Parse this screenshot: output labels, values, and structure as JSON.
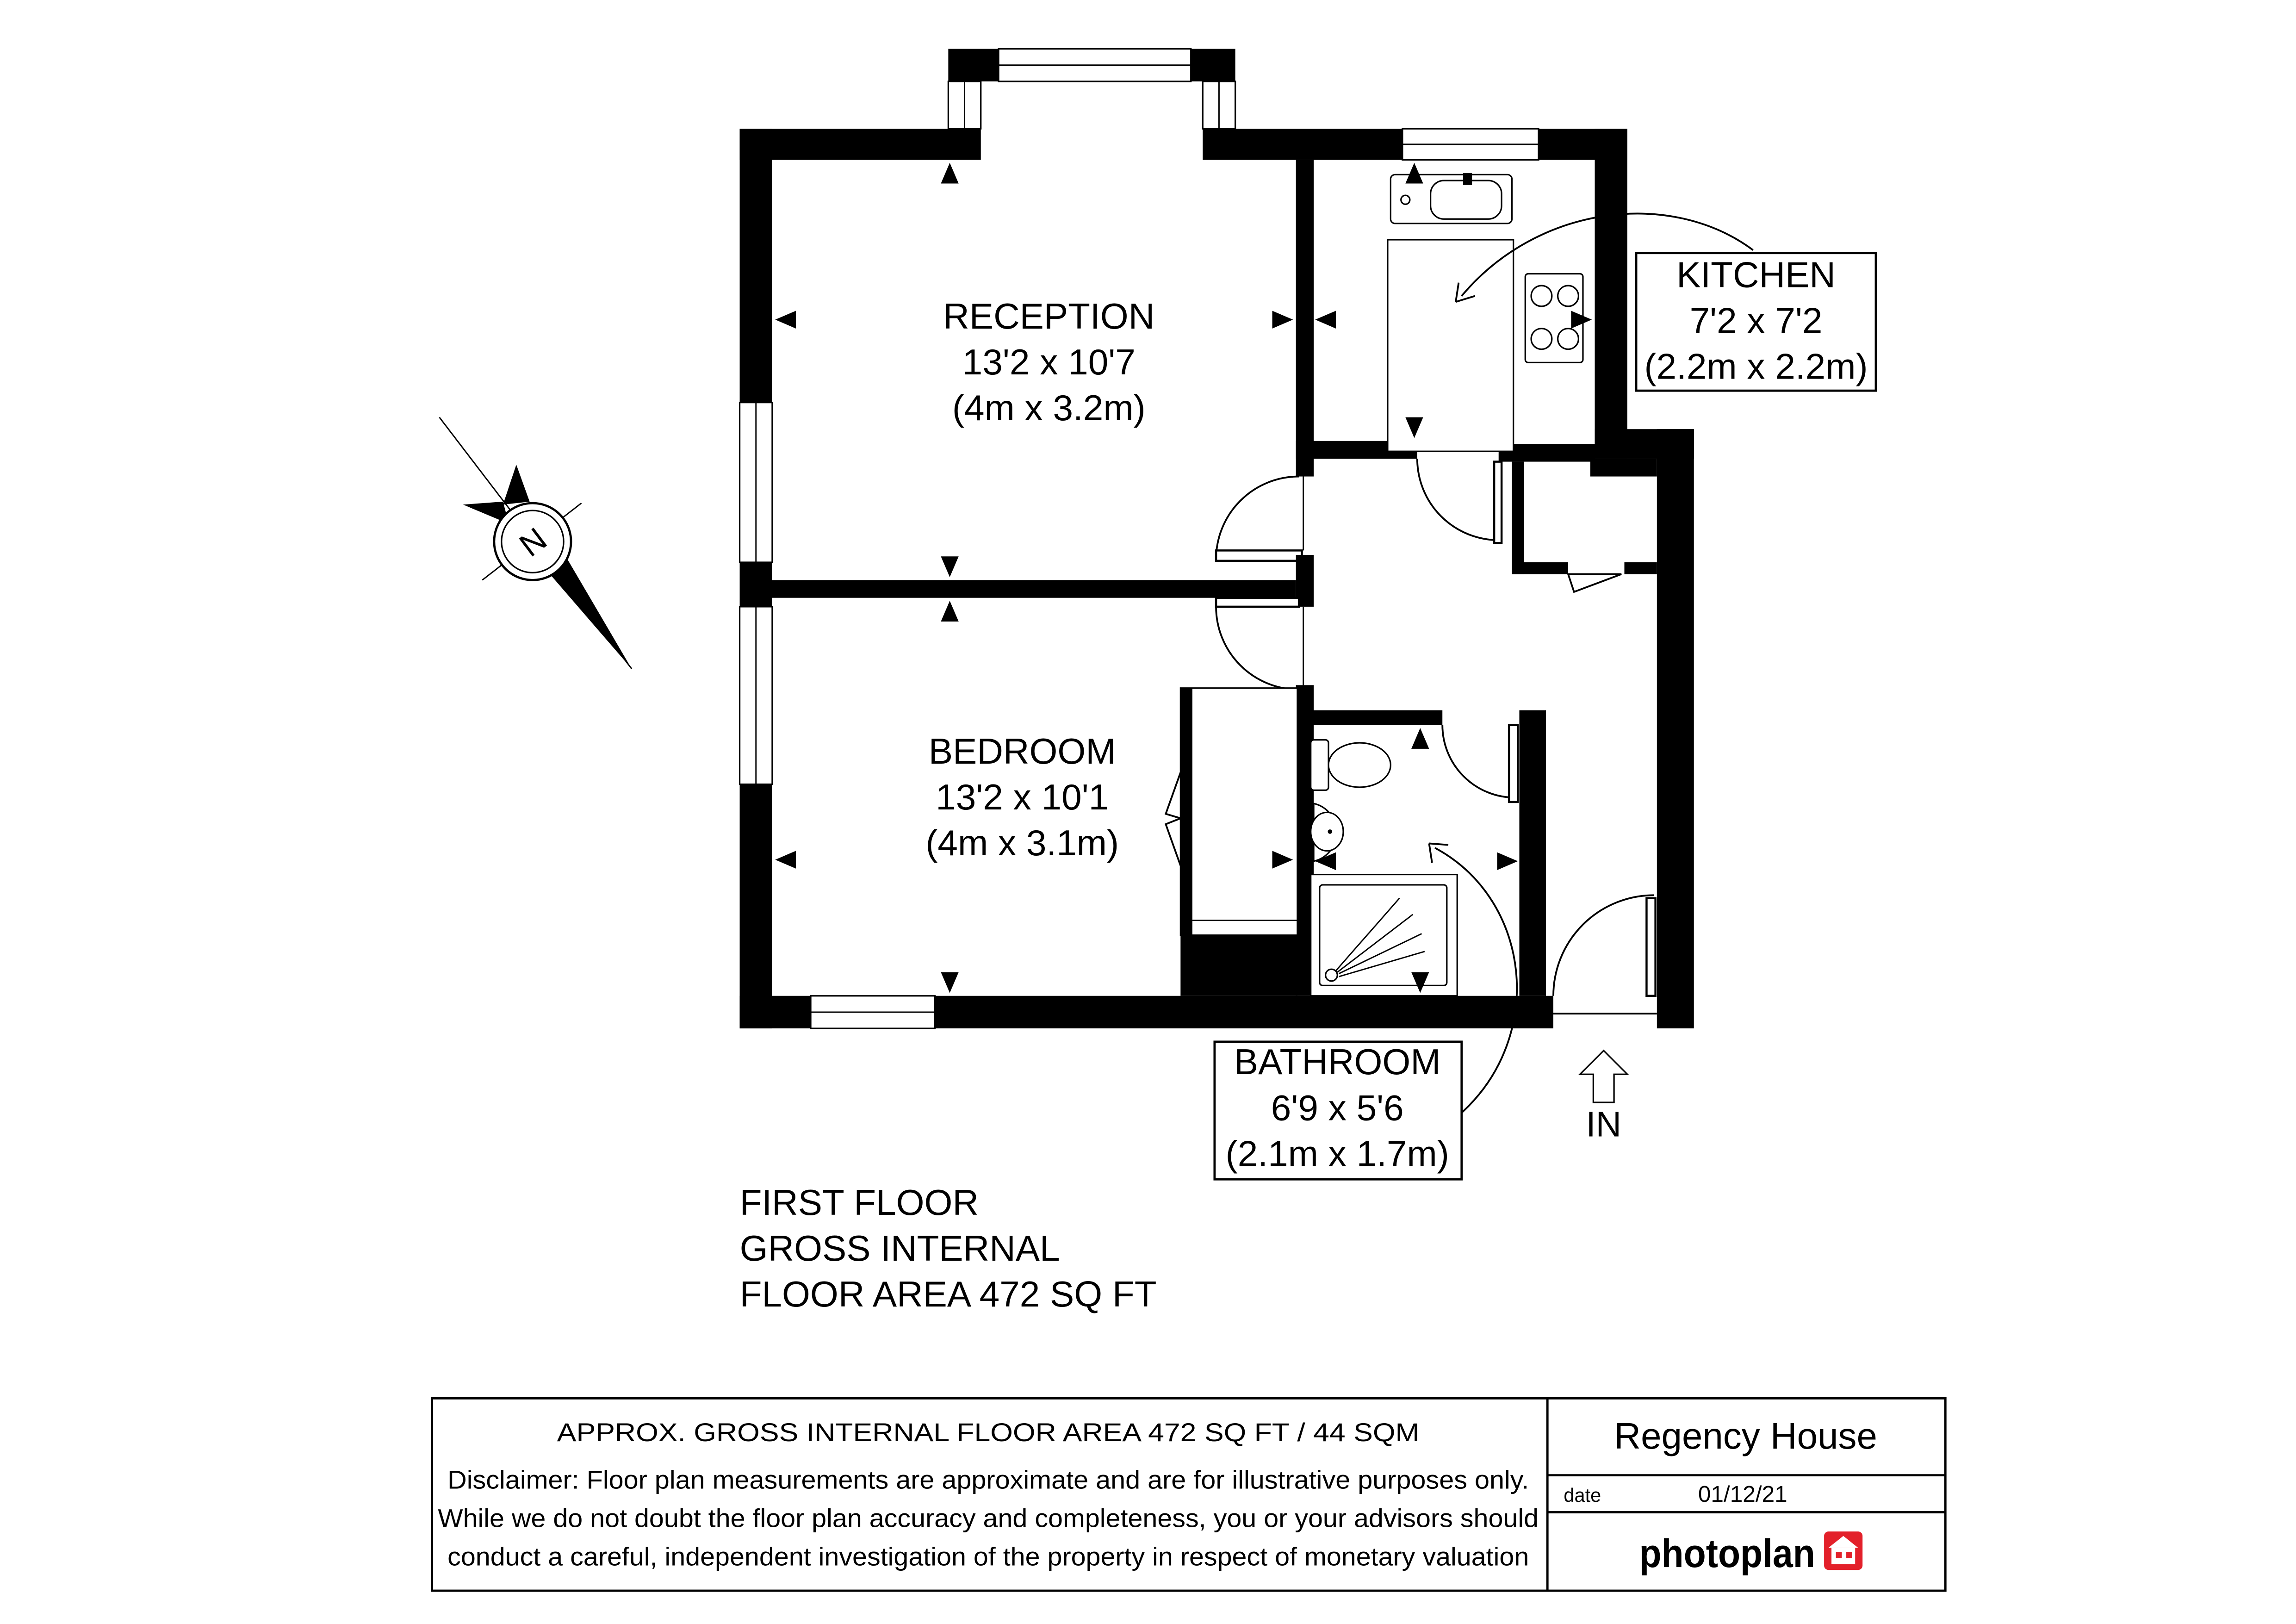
{
  "plan": {
    "rooms": {
      "reception": {
        "name": "RECEPTION",
        "imperial": "13'2 x 10'7",
        "metric": "(4m x 3.2m)"
      },
      "bedroom": {
        "name": "BEDROOM",
        "imperial": "13'2 x 10'1",
        "metric": "(4m x 3.1m)"
      },
      "kitchen": {
        "name": "KITCHEN",
        "imperial": "7'2 x 7'2",
        "metric": "(2.2m x 2.2m)"
      },
      "bathroom": {
        "name": "BATHROOM",
        "imperial": "6'9 x 5'6",
        "metric": "(2.1m x 1.7m)"
      }
    },
    "entrance_label": "IN",
    "compass_label": "N",
    "floor_summary": [
      "FIRST FLOOR",
      "GROSS INTERNAL",
      "FLOOR AREA 472 SQ FT"
    ]
  },
  "footer": {
    "area_statement": "APPROX. GROSS INTERNAL FLOOR AREA 472 SQ FT / 44 SQM",
    "disclaimer": [
      "Disclaimer: Floor plan measurements are approximate and are for illustrative purposes only.",
      "While we do not doubt the floor plan accuracy and completeness, you or your advisors should",
      "conduct a careful, independent investigation of the property in respect of monetary valuation"
    ],
    "property_name": "Regency House",
    "date_label": "date",
    "date_value": "01/12/21",
    "brand": "photoplan"
  },
  "icons": {
    "compass": "north-compass-icon",
    "entrance": "entrance-arrow-icon",
    "brand": "photoplan-house-icon"
  },
  "colors": {
    "walls": "#000000",
    "background": "#ffffff",
    "brand_red": "#e3202a"
  }
}
